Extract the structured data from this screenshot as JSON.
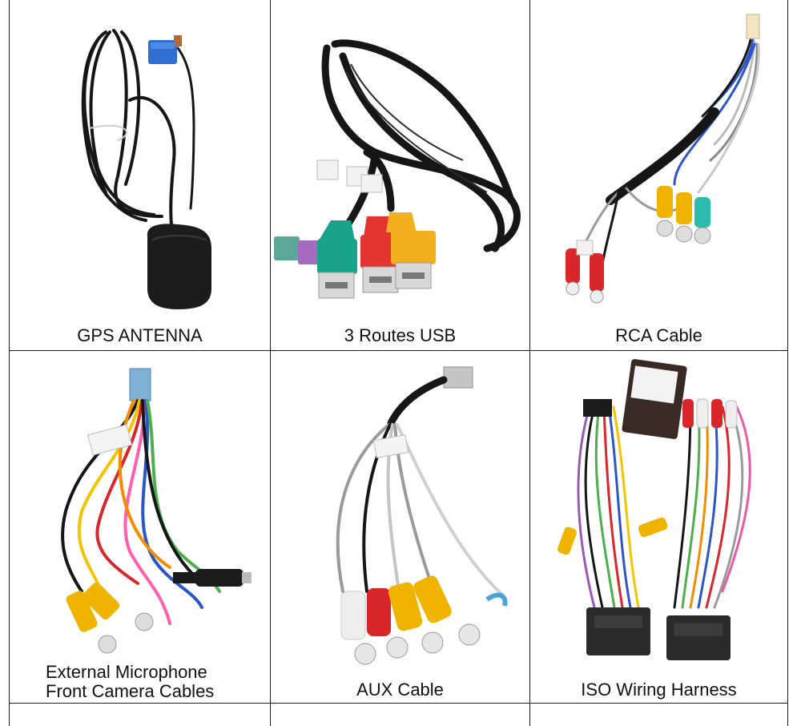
{
  "products": [
    {
      "caption": "GPS ANTENNA",
      "icon": "gps-antenna-icon"
    },
    {
      "caption": "3 Routes USB",
      "icon": "usb-cable-icon"
    },
    {
      "caption": "RCA Cable",
      "icon": "rca-cable-icon"
    },
    {
      "caption_line1": "External Microphone",
      "caption_line2": "Front Camera Cables",
      "icon": "microphone-camera-cable-icon"
    },
    {
      "caption": "AUX Cable",
      "icon": "aux-cable-icon"
    },
    {
      "caption": "ISO Wiring Harness",
      "icon": "iso-harness-icon"
    }
  ],
  "colors": {
    "border": "#1a1a1a",
    "cable_black": "#161616",
    "usb_teal": "#19a38a",
    "usb_red": "#e3342f",
    "usb_yellow": "#f2b01e",
    "rca_red": "#d9262b",
    "rca_yellow": "#f0b400",
    "rca_white": "#eeeeee"
  }
}
